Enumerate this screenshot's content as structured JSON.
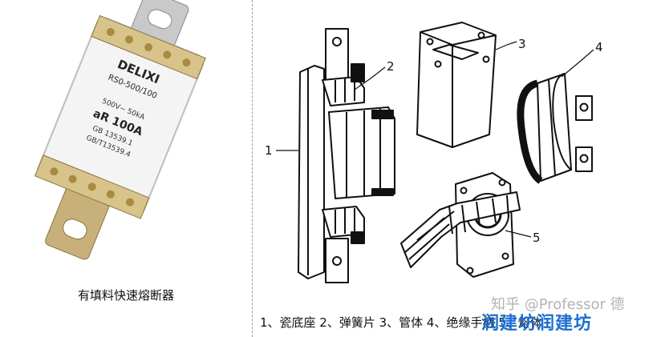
{
  "photo_panel": {
    "caption": "有填料快速熔断器",
    "label_brand": "DELIXI",
    "label_model": "RS0-500/100",
    "label_rating": "500V~ 50kA",
    "label_current": "aR 100A",
    "label_standard1": "GB 13539.1",
    "label_standard2": "GB/T13539.4"
  },
  "diagram_panel": {
    "callouts": [
      "1",
      "2",
      "3",
      "4",
      "5"
    ],
    "legend": "1、瓷底座 2、弹簧片 3、管体 4、绝缘手柄 5、熔体"
  },
  "watermark": {
    "line1": "知乎 @Professor 德",
    "line2": "润建坊润建坊"
  }
}
